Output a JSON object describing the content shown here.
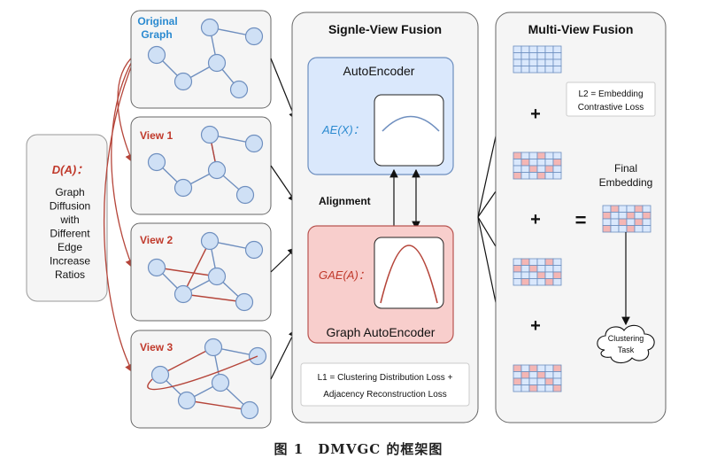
{
  "diffusion": {
    "title": "D(A)：",
    "lines": [
      "Graph",
      "Diffusion",
      "with",
      "Different",
      "Edge",
      "Increase",
      "Ratios"
    ]
  },
  "views": {
    "original": [
      "Original",
      "Graph"
    ],
    "view1": "View 1",
    "view2": "View 2",
    "view3": "View 3"
  },
  "single_view": {
    "title": "Signle-View Fusion",
    "autoencoder": "AutoEncoder",
    "ae_formula": "AE(X)：",
    "alignment": "Alignment",
    "gae_formula": "GAE(A)：",
    "graph_autoencoder": "Graph AutoEncoder",
    "loss_l1_line1": "L1 = Clustering Distribution Loss +",
    "loss_l1_line2": "Adjacency Reconstruction Loss"
  },
  "multi_view": {
    "title": "Multi-View Fusion",
    "loss_l2_line1": "L2 = Embedding",
    "loss_l2_line2": "Contrastive Loss",
    "plus": "+",
    "equals": "=",
    "final_line1": "Final",
    "final_line2": "Embedding",
    "cluster_line1": "Clustering",
    "cluster_line2": "Task"
  },
  "caption": "图 1　DMVGC 的框架图",
  "colors": {
    "node_fill": "#cfe0f5",
    "node_stroke": "#6f8fbf",
    "edge_blue": "#6f8fbf",
    "edge_red": "#b5453a",
    "ae_fill": "#dae8fc",
    "ae_stroke": "#6c8ebf",
    "gae_fill": "#f8cecc",
    "gae_stroke": "#b85450",
    "panel_fill": "#f5f5f5",
    "panel_stroke": "#666666",
    "cell_blue": "#dae8fc",
    "cell_red": "#f4b6b4"
  }
}
